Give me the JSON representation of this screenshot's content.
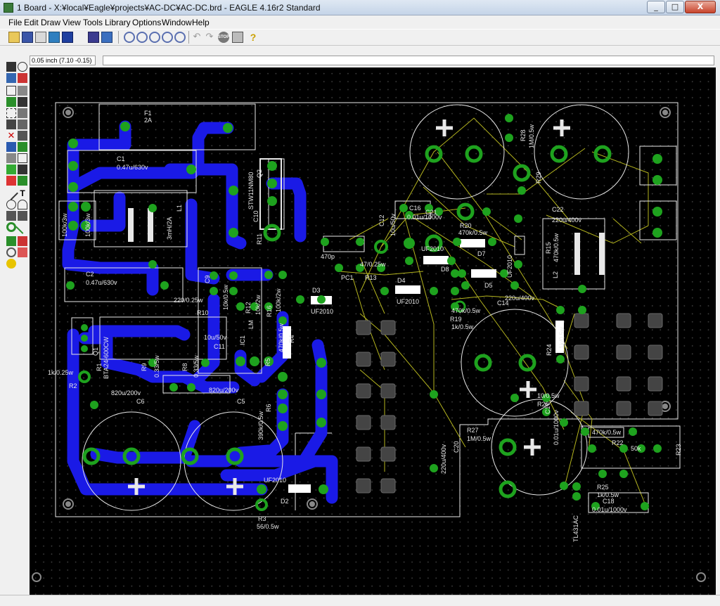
{
  "window": {
    "title": "1 Board - X:¥local¥Eagle¥projects¥AC-DC¥AC-DC.brd - EAGLE 4.16r2 Standard",
    "min_glyph": "_",
    "max_glyph": "□",
    "close_glyph": "X"
  },
  "menu": {
    "file": "File",
    "edit": "Edit",
    "draw": "Draw",
    "view": "View",
    "tools": "Tools",
    "library": "Library",
    "options": "Options",
    "window": "Window",
    "help": "Help"
  },
  "toolbar": {
    "stop_label": "STOP",
    "help_label": "?"
  },
  "coords": {
    "grid_readout": "0.05 inch (7.10 -0.15)",
    "command_value": ""
  },
  "colors": {
    "bottom_copper": "#1a1ae6",
    "pads": "#1ea21e",
    "airwires": "#b4b41e",
    "outline": "#e8e8e8",
    "vias": "#1ea21e"
  },
  "board": {
    "labels": [
      {
        "id": "f1",
        "text": "F1"
      },
      {
        "id": "f1v",
        "text": "2A"
      },
      {
        "id": "c1",
        "text": "C1"
      },
      {
        "id": "c1v",
        "text": "0.47u/630v"
      },
      {
        "id": "l1",
        "text": "L1"
      },
      {
        "id": "l1v",
        "text": "3mH/2A"
      },
      {
        "id": "c2",
        "text": "C2"
      },
      {
        "id": "c2v",
        "text": "0.47u/630v"
      },
      {
        "id": "q2",
        "text": "Q2"
      },
      {
        "id": "q2v",
        "text": "STW11NM80"
      },
      {
        "id": "c10",
        "text": "C10"
      },
      {
        "id": "r11",
        "text": "R11"
      },
      {
        "id": "r10",
        "text": "R10"
      },
      {
        "id": "c9v",
        "text": "220/0.25w"
      },
      {
        "id": "c9",
        "text": "C9"
      },
      {
        "id": "ic",
        "text": "IC1"
      },
      {
        "id": "d3",
        "text": "D3"
      },
      {
        "id": "d3v",
        "text": "UF2010"
      },
      {
        "id": "pc1",
        "text": "PC1"
      },
      {
        "id": "r13",
        "text": "R13"
      },
      {
        "id": "r13v",
        "text": "47/0.25w"
      },
      {
        "id": "c13v",
        "text": "470p"
      },
      {
        "id": "c12",
        "text": "C12"
      },
      {
        "id": "c12v",
        "text": "10u/50v"
      },
      {
        "id": "c16",
        "text": "C16"
      },
      {
        "id": "c16v",
        "text": "0.01u/1000v"
      },
      {
        "id": "c21",
        "text": "C21"
      },
      {
        "id": "r20",
        "text": "R20"
      },
      {
        "id": "r20v",
        "text": "470k/0.5w"
      },
      {
        "id": "d7",
        "text": "D7"
      },
      {
        "id": "d7v",
        "text": "UF2010"
      },
      {
        "id": "d8",
        "text": "D8"
      },
      {
        "id": "d8v",
        "text": "UF2010"
      },
      {
        "id": "d4",
        "text": "D4"
      },
      {
        "id": "d4v",
        "text": "UF2010"
      },
      {
        "id": "d5",
        "text": "D5"
      },
      {
        "id": "c14",
        "text": "C14"
      },
      {
        "id": "c14v",
        "text": "220u/400v"
      },
      {
        "id": "r19",
        "text": "R19"
      },
      {
        "id": "r19v",
        "text": "1k/0.5w"
      },
      {
        "id": "r18v",
        "text": "470k/0.5w"
      },
      {
        "id": "r28",
        "text": "R28"
      },
      {
        "id": "r28v",
        "text": "1M/0.5w"
      },
      {
        "id": "r29",
        "text": "R29"
      },
      {
        "id": "c22",
        "text": "C22"
      },
      {
        "id": "c22v",
        "text": "220u/400v"
      },
      {
        "id": "r15",
        "text": "R15"
      },
      {
        "id": "r15v",
        "text": "470k/0.5w"
      },
      {
        "id": "l2",
        "text": "L2"
      },
      {
        "id": "r24",
        "text": "R24"
      },
      {
        "id": "r24v",
        "text": "1k/0.5w"
      },
      {
        "id": "r26",
        "text": "R26"
      },
      {
        "id": "r26v",
        "text": "10/0.5w"
      },
      {
        "id": "c17",
        "text": "C17"
      },
      {
        "id": "c17v",
        "text": "0.01u/1000v"
      },
      {
        "id": "r27",
        "text": "R27"
      },
      {
        "id": "r27v",
        "text": "1M/0.5w"
      },
      {
        "id": "c20",
        "text": "C20"
      },
      {
        "id": "c20v",
        "text": "220u/400v"
      },
      {
        "id": "r23",
        "text": "R23"
      },
      {
        "id": "r23v",
        "text": "50k"
      },
      {
        "id": "r22",
        "text": "R22"
      },
      {
        "id": "r22v",
        "text": "470k/0.5w"
      },
      {
        "id": "r25",
        "text": "R25"
      },
      {
        "id": "r25v",
        "text": "1k/0.5w"
      },
      {
        "id": "c18",
        "text": "C18"
      },
      {
        "id": "c18v",
        "text": "0.01u/1000v"
      },
      {
        "id": "ic2",
        "text": "TL431AC"
      },
      {
        "id": "r1",
        "text": "R1"
      },
      {
        "id": "q1",
        "text": "Q1"
      },
      {
        "id": "q1v",
        "text": "BTA24-600CW"
      },
      {
        "id": "r2",
        "text": "R2"
      },
      {
        "id": "r2v",
        "text": "1k/0.25w"
      },
      {
        "id": "r9",
        "text": "R9"
      },
      {
        "id": "r8",
        "text": "R8"
      },
      {
        "id": "r9v",
        "text": "0.33/5w"
      },
      {
        "id": "r8v",
        "text": "0.33/5w"
      },
      {
        "id": "c6",
        "text": "C6"
      },
      {
        "id": "c6v",
        "text": "820u/200v"
      },
      {
        "id": "c5",
        "text": "C5"
      },
      {
        "id": "c5v",
        "text": "820u/200v"
      },
      {
        "id": "c11",
        "text": "C11"
      },
      {
        "id": "c11v",
        "text": "10u/50v"
      },
      {
        "id": "r5",
        "text": "R5"
      },
      {
        "id": "r6",
        "text": "R6"
      },
      {
        "id": "r6v",
        "text": "390k/0.5w"
      },
      {
        "id": "d2",
        "text": "D2"
      },
      {
        "id": "d2v",
        "text": "UF2010"
      },
      {
        "id": "r3",
        "text": "R3"
      },
      {
        "id": "r3v",
        "text": "56/0.5w"
      },
      {
        "id": "r4",
        "text": "R4"
      },
      {
        "id": "r4v",
        "text": "470k/0.5w"
      },
      {
        "id": "v13v",
        "text": "100k/2w"
      },
      {
        "id": "v100",
        "text": "100k/3w"
      },
      {
        "id": "v1b",
        "text": "100k/3w"
      },
      {
        "id": "r12",
        "text": "R12"
      },
      {
        "id": "r12v",
        "text": "10k/0.5w"
      },
      {
        "id": "r14v",
        "text": "10k/2w"
      },
      {
        "id": "r16",
        "text": "R16"
      },
      {
        "id": "lm",
        "text": "LM"
      }
    ]
  }
}
